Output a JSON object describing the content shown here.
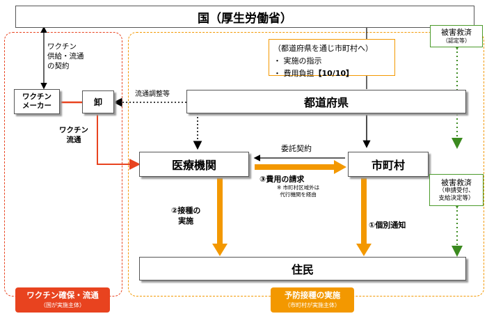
{
  "nodes": {
    "kuni": "国（厚生労働省）",
    "todofuken": "都道府県",
    "iryo": "医療機関",
    "shichoson": "市町村",
    "jumin": "住民",
    "maker_line1": "ワクチン",
    "maker_line2": "メーカー",
    "oroshi": "卸"
  },
  "instructions": {
    "line1": "（都道府県を通じ市町村へ）",
    "line2": "・ 実施の指示",
    "line3_prefix": "・ 費用負担",
    "line3_bold": "【10/10】"
  },
  "relief_top": {
    "title": "被害救済",
    "sub": "（認定等）"
  },
  "relief_mid": {
    "title": "被害救済",
    "sub1": "（申請受付、",
    "sub2": "支給決定等）"
  },
  "labels": {
    "supply_contract_1": "ワクチン",
    "supply_contract_2": "供給・流通",
    "supply_contract_3": "の契約",
    "distribution_adjust": "流通調整等",
    "vaccine_flow_1": "ワクチン",
    "vaccine_flow_2": "流通",
    "consign_contract": "委託契約",
    "cost_claim": "③費用の請求",
    "cost_note_1": "※ 市町村区域外は",
    "cost_note_2": "代行機関を経由",
    "vaccination_1": "②接種の",
    "vaccination_2": "実施",
    "notice": "①個別通知"
  },
  "regions": {
    "left_title": "ワクチン確保・流通",
    "left_sub": "（国が実施主体）",
    "right_title": "予防接種の実施",
    "right_sub": "（市町村が実施主体）"
  },
  "colors": {
    "red_accent": "#e8431f",
    "orange_accent": "#f39800",
    "green_relief": "#4a9a2a"
  }
}
